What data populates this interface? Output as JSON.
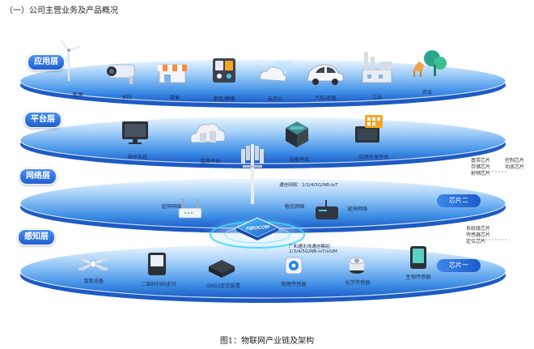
{
  "heading": "（一）公司主营业务及产品概况",
  "caption": "图1：物联网产业链及架构",
  "layers": {
    "application": {
      "tag": "应用层",
      "items": [
        "能源",
        "安防",
        "零售",
        "家居/健康",
        "云办公",
        "汽车/运输",
        "工业",
        "农业"
      ],
      "icons": [
        "wind-turbine-icon",
        "security-camera-icon",
        "retail-store-icon",
        "smart-home-icon",
        "cloud-office-icon",
        "car-icon",
        "factory-icon",
        "farm-icon"
      ]
    },
    "platform": {
      "tag": "平台层",
      "items": [
        "操作系统",
        "连接平台",
        "设备平台",
        "应用开发平台"
      ],
      "icons": [
        "monitor-icon",
        "cloud-servers-icon",
        "device-box-icon",
        "app-dev-icon"
      ]
    },
    "network": {
      "tag": "网络层",
      "items": [
        "延伸网络",
        "电信网络",
        "延伸网络"
      ],
      "comm_label": "通信网络：2/3/4/5G/NB-IoT",
      "module_label_line1": "广和通无线通信模组：",
      "module_label_line2": "2/3/4/5G/NB-IoT/eSIM",
      "module_text": "FIBOCOM",
      "icons": [
        "router-icon",
        "cell-tower-icon",
        "gateway-icon",
        "module-icon"
      ]
    },
    "perception": {
      "tag": "感知层",
      "items": [
        "智能设备",
        "二维码扫码支付",
        "GNSS定位装置",
        "物理传感器",
        "化学传感器",
        "生物传感器"
      ],
      "icons": [
        "drone-icon",
        "pos-terminal-icon",
        "gnss-box-icon",
        "physical-sensor-icon",
        "chemical-sensor-icon",
        "bio-sensor-icon"
      ]
    }
  },
  "chips": {
    "chip2_label": "芯片二",
    "chip1_label": "芯片一",
    "group1_col1": [
      "基带芯片",
      "存储芯片",
      "射频芯片"
    ],
    "group1_col2": [
      "控制芯片",
      "功放芯片"
    ],
    "group2": [
      "系统级芯片",
      "传感器芯片",
      "定位芯片"
    ]
  },
  "colors": {
    "disc_light": "#dbeeff",
    "disc_mid": "#5aa8f2",
    "disc_dark": "#1f63cf",
    "tag_blue": "#2a6fdc",
    "ring_cyan": "#35d6ff"
  }
}
